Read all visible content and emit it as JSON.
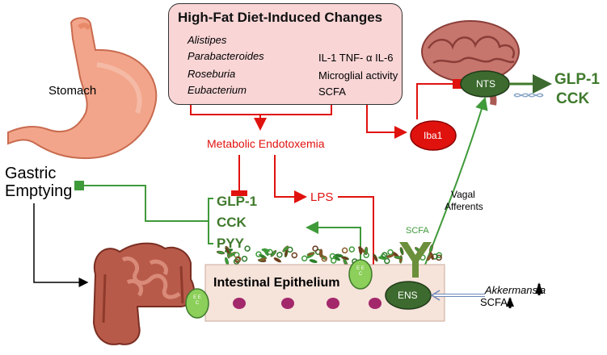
{
  "box": {
    "title": "High-Fat Diet-Induced Changes",
    "microbes": [
      "Alistipes",
      "Parabacteroides",
      "Roseburia",
      "Eubacterium"
    ],
    "host": [
      "IL-1  TNF- α IL-6",
      "Microglial activity",
      "SCFA"
    ]
  },
  "labels": {
    "stomach": "Stomach",
    "gastric_emptying_1": "Gastric",
    "gastric_emptying_2": "Emptying",
    "metabolic_endotoxemia": "Metabolic Endotoxemia",
    "lps": "LPS",
    "iba1": "Iba1",
    "nts": "NTS",
    "brain_glp1": "GLP-1",
    "brain_cck": "CCK",
    "gut_hormones": [
      "GLP-1",
      "CCK",
      "PYY"
    ],
    "scfa_receptor": "SCFA",
    "vagal_1": "Vagal",
    "vagal_2": "Afferents",
    "epithelium": "Intestinal Epithelium",
    "eec": "E E C",
    "ens": "ENS",
    "akkermansia": "Akkermansia",
    "scfa_bottom": "SCFA"
  },
  "colors": {
    "red": "#e0120e",
    "green": "#3f7a2c",
    "box_fill": "#f9d5d6",
    "nts_fill": "#3d6a2e",
    "iba1_fill": "#e0120e",
    "eec_fill": "#8ccf5a",
    "epithelium_fill": "#f6e3da"
  }
}
